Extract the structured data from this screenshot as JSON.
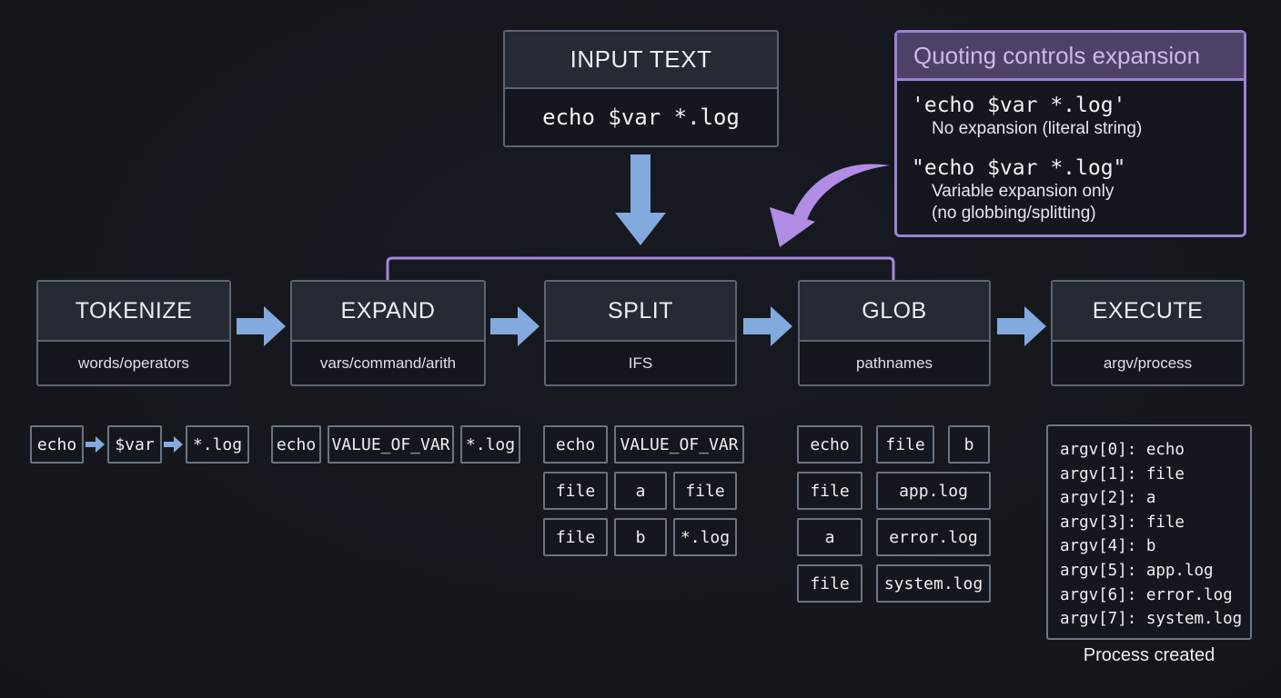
{
  "colors": {
    "background": "#14161b",
    "box_border": "#5c6573",
    "box_header_bg": "#262a32",
    "box_body_bg": "#14171d",
    "token_border": "#6a7482",
    "text": "#eceef1",
    "accent_blue": "#82aadf",
    "accent_purple_line": "#a687dd",
    "accent_purple_arrow": "#b18de6",
    "callout_border": "#9c82d2",
    "callout_header_bg": "#4e4168",
    "callout_title_text": "#cbb9ea"
  },
  "input_box": {
    "title": "INPUT TEXT",
    "command": "echo $var *.log"
  },
  "quoting_box": {
    "title": "Quoting controls expansion",
    "examples": [
      {
        "code": "'echo $var *.log'",
        "notes": [
          "No expansion (literal string)"
        ]
      },
      {
        "code": "\"echo $var *.log\"",
        "notes": [
          "Variable expansion only",
          "(no globbing/splitting)"
        ]
      }
    ]
  },
  "stages": [
    {
      "title": "TOKENIZE",
      "subtitle": "words/operators"
    },
    {
      "title": "EXPAND",
      "subtitle": "vars/command/arith"
    },
    {
      "title": "SPLIT",
      "subtitle": "IFS"
    },
    {
      "title": "GLOB",
      "subtitle": "pathnames"
    },
    {
      "title": "EXECUTE",
      "subtitle": "argv/process"
    }
  ],
  "tokenize_tokens": [
    "echo",
    "$var",
    "*.log"
  ],
  "expand_tokens": [
    "echo",
    "VALUE_OF_VAR",
    "*.log"
  ],
  "split_rows": [
    [
      "echo",
      "VALUE_OF_VAR"
    ],
    [
      "file",
      "a",
      "file"
    ],
    [
      "file",
      "b",
      "*.log"
    ]
  ],
  "glob_rows": [
    [
      "echo",
      "file",
      "b"
    ],
    [
      "file",
      "app.log"
    ],
    [
      "a",
      "error.log"
    ],
    [
      "file",
      "system.log"
    ]
  ],
  "argv_box": {
    "lines": [
      "argv[0]: echo",
      "argv[1]: file",
      "argv[2]: a",
      "argv[3]: file",
      "argv[4]: b",
      "argv[5]: app.log",
      "argv[6]: error.log",
      "argv[7]: system.log"
    ],
    "caption": "Process created"
  }
}
